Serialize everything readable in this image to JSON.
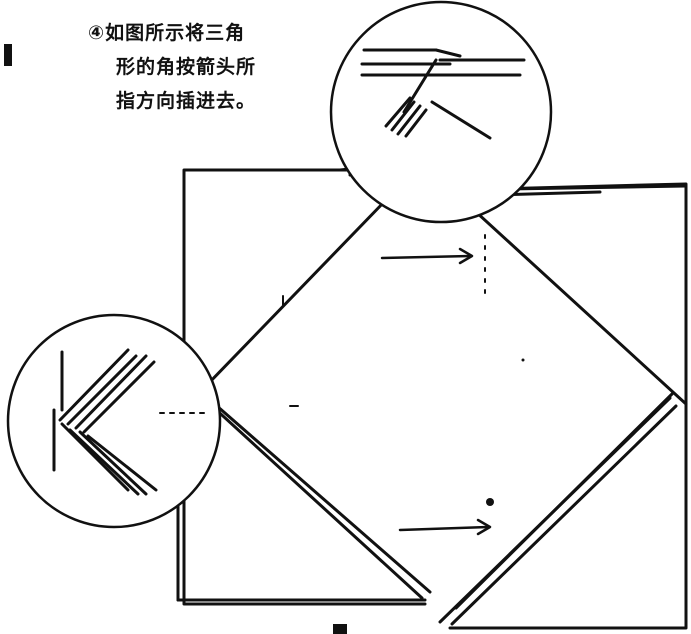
{
  "caption": {
    "line1": "④如图所示将三角",
    "line2": "形的角按箭头所",
    "line3": "指方向插进去。"
  },
  "colors": {
    "ink": "#111111",
    "paper": "#ffffff"
  },
  "icons": [
    "arrow-right-icon",
    "magnifier-circle-icon"
  ]
}
